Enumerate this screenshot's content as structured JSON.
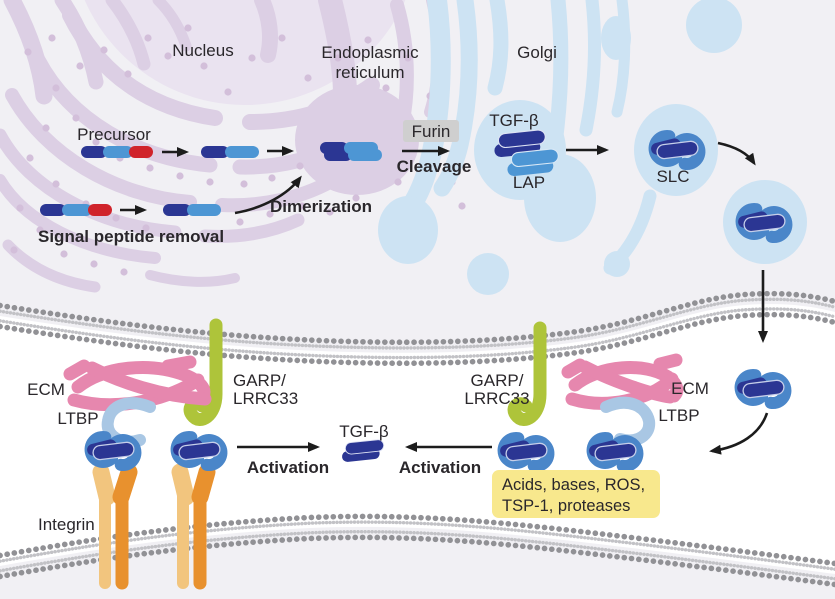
{
  "labels": {
    "nucleus": "Nucleus",
    "er1": "Endoplasmic",
    "er2": "reticulum",
    "golgi": "Golgi",
    "precursor": "Precursor",
    "signal": "Signal peptide removal",
    "dimerization": "Dimerization",
    "furin": "Furin",
    "cleavage": "Cleavage",
    "tgfb": "TGF-β",
    "lap": "LAP",
    "slc": "SLC",
    "garp1": "GARP/",
    "garp2": "LRRC33",
    "ecm": "ECM",
    "ltbp": "LTBP",
    "activation": "Activation",
    "integrin": "Integrin",
    "stimuli1": "Acids, bases, ROS,",
    "stimuli2": "TSP-1, proteases"
  },
  "colors": {
    "background_cytoplasm": "#f1f0f4",
    "extracellular": "#ffffff",
    "nucleus": "#eae3f0",
    "er_lavender": "#dccfe4",
    "ribosome_dot": "#d3bfda",
    "golgi_blue": "#cde3f3",
    "molecule_navy": "#2b3693",
    "molecule_blue": "#4d96d4",
    "signal_peptide_red": "#d0232b",
    "slc_arm_blue": "#4a86c9",
    "garp_green": "#aec43a",
    "ecm_pink": "#e687ae",
    "ltbp_lightblue": "#a9c7e4",
    "integrin_light_orange": "#f2c57e",
    "integrin_dark_orange": "#e8912e",
    "stimuli_yellow": "#f8e88d",
    "furin_box_gray": "#cfcfcf",
    "membrane_head_gray": "#919195",
    "arrow_black": "#1c1c1c"
  }
}
